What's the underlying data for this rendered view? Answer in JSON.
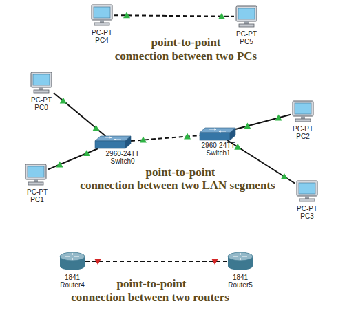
{
  "diagram": {
    "nodes": [
      {
        "text": [
          "PC-PT",
          "PC4"
        ]
      },
      {
        "text": [
          "PC-PT",
          "PC5"
        ]
      },
      {
        "text": [
          "PC-PT",
          "PC0"
        ]
      },
      {
        "text": [
          "PC-PT",
          "PC1"
        ]
      },
      {
        "text": [
          "2960-24TT",
          "Switch0"
        ]
      },
      {
        "text": [
          "2960-24TT",
          "Switch1"
        ]
      },
      {
        "text": [
          "PC-PT",
          "PC2"
        ]
      },
      {
        "text": [
          "PC-PT",
          "PC3"
        ]
      },
      {
        "text": [
          "1841",
          "Router4"
        ]
      },
      {
        "text": [
          "1841",
          "Router5"
        ]
      }
    ],
    "edges": [
      {
        "from": 0,
        "to": 1,
        "arrow": "none"
      },
      {
        "from": 2,
        "to": 4,
        "arrow": "none"
      },
      {
        "from": 3,
        "to": 4,
        "arrow": "none"
      },
      {
        "from": 4,
        "to": 5,
        "arrow": "none"
      },
      {
        "from": 5,
        "to": 6,
        "arrow": "none"
      },
      {
        "from": 5,
        "to": 7,
        "arrow": "none"
      },
      {
        "from": 8,
        "to": 9,
        "arrow": "none"
      }
    ],
    "labels": [
      "point-to-point",
      "connection between two PCs",
      "point-to-point",
      "connection between two LAN segments",
      "point-to-point",
      "connection between two routers"
    ]
  }
}
